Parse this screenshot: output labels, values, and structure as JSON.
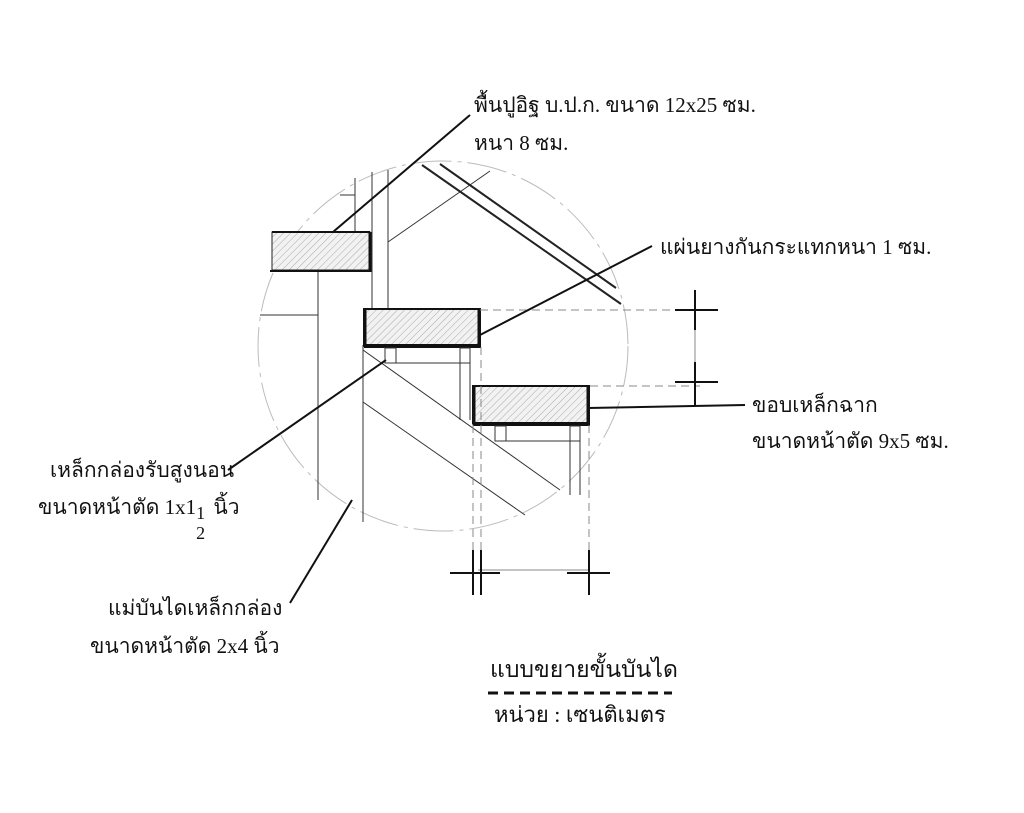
{
  "labels": {
    "floor_line1": "พื้นปูอิฐ บ.ป.ก.  ขนาด  12x25 ซม.",
    "floor_line2": "หนา  8  ซม.",
    "rubber": "แผ่นยางกันกระแทกหนา  1  ซม.",
    "angle_line1": "ขอบเหล็กฉาก",
    "angle_line2": "ขนาดหน้าตัด 9x5  ซม.",
    "box_support_line1": "เหล็กกล่องรับสูงนอน",
    "box_support_line2": "ขนาดหน้าตัด  1x1",
    "box_support_frac_num": "1",
    "box_support_frac_den": "2",
    "box_support_unit": "นิ้ว",
    "stringer_line1": "แม่บันไดเหล็กกล่อง",
    "stringer_line2": "ขนาดหน้าตัด 2x4  นิ้ว"
  },
  "title": {
    "main": "แบบขยายขั้นบันได",
    "unit": "หน่วย : เซนติเมตร"
  }
}
